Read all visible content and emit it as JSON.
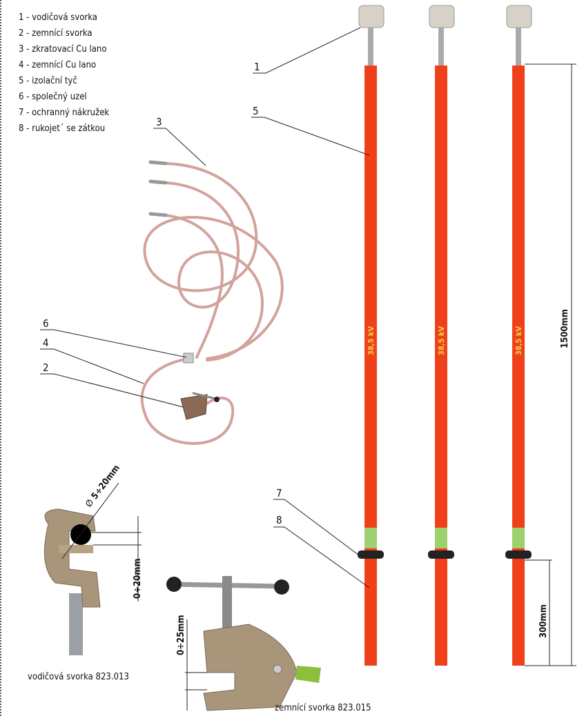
{
  "legend": [
    "1 - vodičová svorka",
    "2 - zemnící svorka",
    "3 - zkratovací Cu lano",
    "4 - zemnící Cu lano",
    "5 - izolační tyč",
    "6 - společný uzel",
    "7 - ochranný nákružek",
    "8 - rukojet´ se zátkou"
  ],
  "callouts": {
    "c1": "1",
    "c2": "2",
    "c3": "3",
    "c4": "4",
    "c5": "5",
    "c6": "6",
    "c7": "7",
    "c8": "8"
  },
  "pole_rating": "38,5 kV",
  "dimensions": {
    "pole_length": "1500mm",
    "handle_length": "300mm",
    "conductor_diameter": "∅ 5÷20mm",
    "conductor_opening": "0÷20mm",
    "earth_opening": "0÷25mm"
  },
  "captions": {
    "conductor_clamp": "vodičová svorka 823.013",
    "earth_clamp": "zemnící svorka 823.015"
  },
  "colors": {
    "pole": "#f0401a",
    "cable": "#d9a09a",
    "clamp": "#a8957a"
  }
}
